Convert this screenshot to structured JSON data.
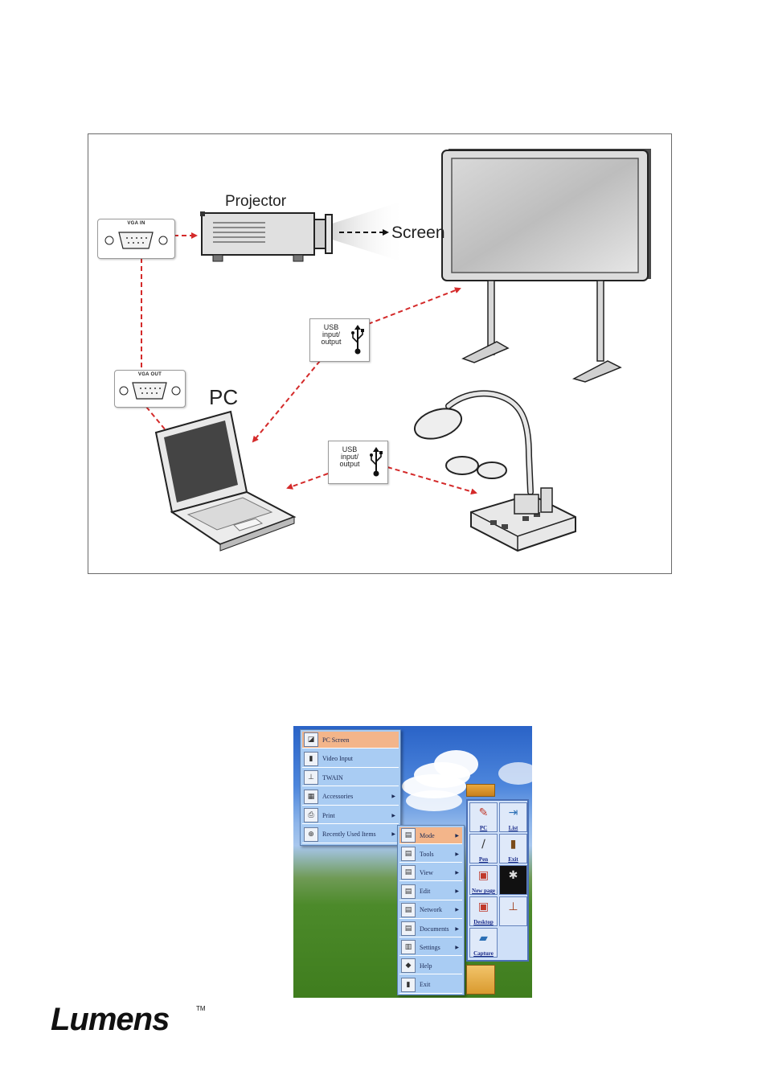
{
  "diagram": {
    "projector_label": "Projector",
    "screen_label": "Screen",
    "pc_label": "PC",
    "vga_in_label": "VGA IN",
    "vga_out_label": "VGA OUT",
    "usb_top": [
      "USB",
      "input/",
      "output"
    ],
    "usb_bottom": [
      "USB",
      "input/",
      "output"
    ]
  },
  "screenshot": {
    "main_menu": [
      {
        "label": "PC Screen",
        "icon": "pc-screen-icon",
        "glyph": "◪",
        "submenu": false,
        "highlighted": true
      },
      {
        "label": "Video Input",
        "icon": "video-input-icon",
        "glyph": "▮",
        "submenu": false,
        "highlighted": false
      },
      {
        "label": "TWAIN",
        "icon": "twain-icon",
        "glyph": "⊥",
        "submenu": false,
        "highlighted": false
      },
      {
        "label": "Accessories",
        "icon": "accessories-icon",
        "glyph": "▦",
        "submenu": true,
        "highlighted": false
      },
      {
        "label": "Print",
        "icon": "print-icon",
        "glyph": "⎙",
        "submenu": true,
        "highlighted": false
      },
      {
        "label": "Recently Used Items",
        "icon": "recent-items-icon",
        "glyph": "⊕",
        "submenu": true,
        "highlighted": false
      }
    ],
    "sub_menu": [
      {
        "label": "Mode",
        "icon": "mode-icon",
        "glyph": "▤",
        "submenu": true,
        "highlighted": true
      },
      {
        "label": "Tools",
        "icon": "tools-icon",
        "glyph": "▤",
        "submenu": true,
        "highlighted": false
      },
      {
        "label": "View",
        "icon": "view-icon",
        "glyph": "▤",
        "submenu": true,
        "highlighted": false
      },
      {
        "label": "Edit",
        "icon": "edit-icon",
        "glyph": "▤",
        "submenu": true,
        "highlighted": false
      },
      {
        "label": "Network",
        "icon": "network-icon",
        "glyph": "▤",
        "submenu": true,
        "highlighted": false
      },
      {
        "label": "Documents",
        "icon": "documents-icon",
        "glyph": "▤",
        "submenu": true,
        "highlighted": false
      },
      {
        "label": "Settings",
        "icon": "settings-icon",
        "glyph": "▥",
        "submenu": true,
        "highlighted": false
      },
      {
        "label": "Help",
        "icon": "help-icon",
        "glyph": "◆",
        "submenu": false,
        "highlighted": false
      },
      {
        "label": "Exit",
        "icon": "exit-icon",
        "glyph": "▮",
        "submenu": false,
        "highlighted": false
      }
    ],
    "toolbar": [
      {
        "label": "PC",
        "icon": "pc-tool-icon",
        "glyph": "✎"
      },
      {
        "label": "List",
        "icon": "list-tool-icon",
        "glyph": "⇥"
      },
      {
        "label": "Pen",
        "icon": "pen-tool-icon",
        "glyph": "∕"
      },
      {
        "label": "Exit",
        "icon": "exit-tool-icon",
        "glyph": "▮"
      },
      {
        "label": "New page",
        "icon": "new-page-tool-icon",
        "glyph": "▣"
      },
      {
        "label": "",
        "icon": "eraser-tool-icon",
        "glyph": "✱"
      },
      {
        "label": "Desktop",
        "icon": "desktop-tool-icon",
        "glyph": "▣"
      },
      {
        "label": "",
        "icon": "twain-tool-icon",
        "glyph": "⊥"
      },
      {
        "label": "Capture",
        "icon": "capture-tool-icon",
        "glyph": "▰"
      }
    ]
  },
  "logo": {
    "text": "Lumens",
    "tm": "TM"
  }
}
